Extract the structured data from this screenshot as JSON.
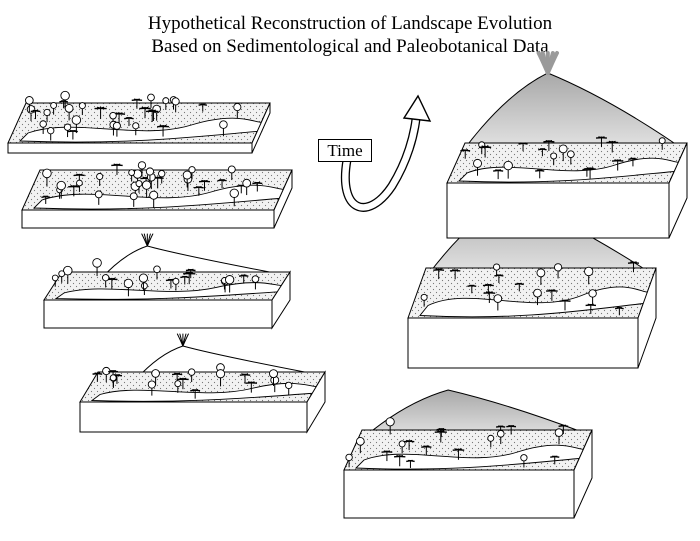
{
  "title": {
    "line1": "Hypothetical Reconstruction of Landscape Evolution",
    "line2": "Based on Sedimentological and Paleobotanical Data"
  },
  "arrow_label": "Time",
  "stages": [
    {
      "id": 1,
      "volcano": "none"
    },
    {
      "id": 2,
      "volcano": "none"
    },
    {
      "id": 3,
      "volcano": "small"
    },
    {
      "id": 4,
      "volcano": "small"
    },
    {
      "id": 5,
      "volcano": "eroded"
    },
    {
      "id": 6,
      "volcano": "erupting"
    },
    {
      "id": 7,
      "volcano": "erupting"
    }
  ],
  "colors": {
    "line": "#000000",
    "volcano_fill": "#c8c8c8",
    "plume": "#9a9a9a",
    "ground": "#f0f0f0",
    "water": "#ffffff"
  }
}
